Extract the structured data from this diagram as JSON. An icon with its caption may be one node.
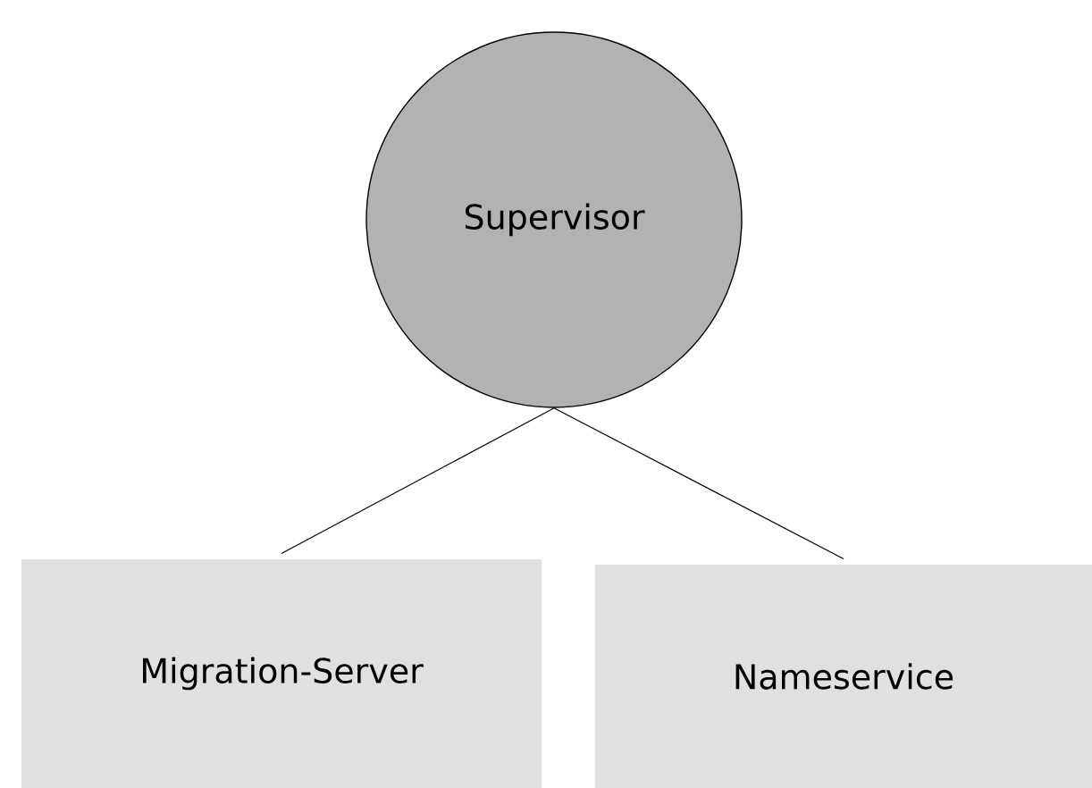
{
  "diagram": {
    "nodes": [
      {
        "text": [
          "Supervisor"
        ]
      },
      {
        "text": [
          "Migration-Server"
        ]
      },
      {
        "text": [
          "Nameservice"
        ]
      }
    ],
    "edges": [
      {
        "from": 0,
        "to": 1,
        "arrow": "none"
      },
      {
        "from": 0,
        "to": 2,
        "arrow": "none"
      }
    ]
  }
}
